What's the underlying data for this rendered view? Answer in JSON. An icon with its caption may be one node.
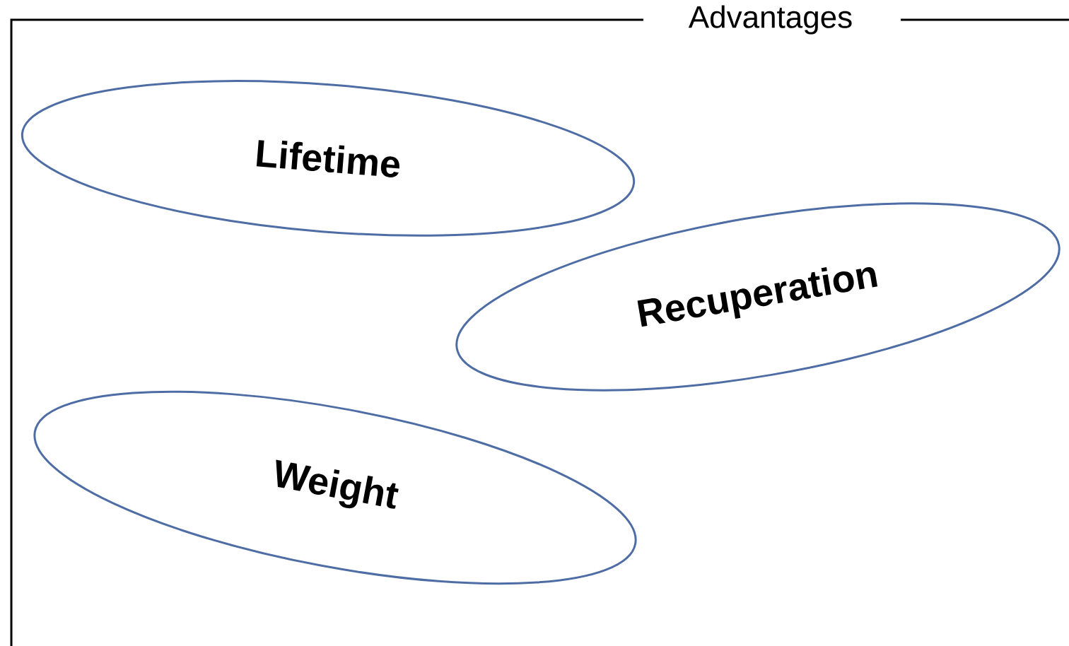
{
  "diagram": {
    "nodes": [
      {
        "text": [
          "Advantages"
        ]
      },
      {
        "text": [
          "Lifetime"
        ],
        "in": 0
      },
      {
        "text": [
          "Recuperation"
        ],
        "in": 0
      },
      {
        "text": [
          "Weight"
        ],
        "in": 0
      }
    ]
  }
}
